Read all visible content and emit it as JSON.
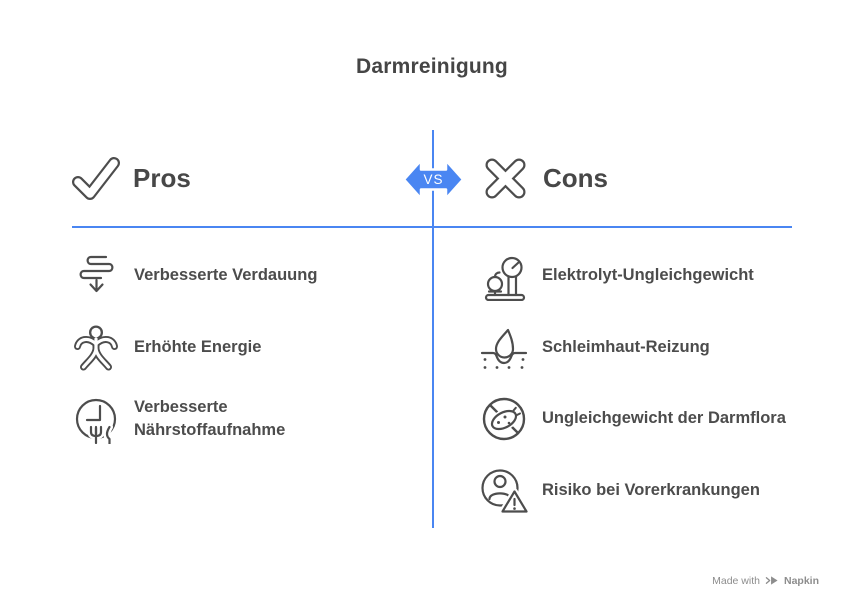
{
  "title": "Darmreinigung",
  "colors": {
    "accent_blue": "#4a86f2",
    "heading_text": "#474747",
    "item_text": "#4c4c4c",
    "icon_stroke": "#4d4d4d",
    "watermark_gray": "#8d8d8d"
  },
  "vs_badge": {
    "label": "VS"
  },
  "pros": {
    "heading": "Pros",
    "heading_icon": "checkmark-icon",
    "items": [
      {
        "label": "Verbesserte Verdauung",
        "icon": "digestion-flow-icon"
      },
      {
        "label": "Erhöhte Energie",
        "icon": "energetic-person-icon"
      },
      {
        "label": "Verbesserte Nährstoffaufnahme",
        "icon": "nutrient-absorption-icon"
      }
    ]
  },
  "cons": {
    "heading": "Cons",
    "heading_icon": "cross-icon",
    "items": [
      {
        "label": "Elektrolyt-Ungleichgewicht",
        "icon": "scale-with-apple-icon"
      },
      {
        "label": "Schleimhaut-Reizung",
        "icon": "droplet-irritation-icon"
      },
      {
        "label": "Ungleichgewicht der Darmflora",
        "icon": "bacteria-crossed-icon"
      },
      {
        "label": "Risiko bei Vorerkrankungen",
        "icon": "person-warning-icon"
      }
    ]
  },
  "watermark": {
    "prefix": "Made with",
    "brand": "Napkin"
  }
}
